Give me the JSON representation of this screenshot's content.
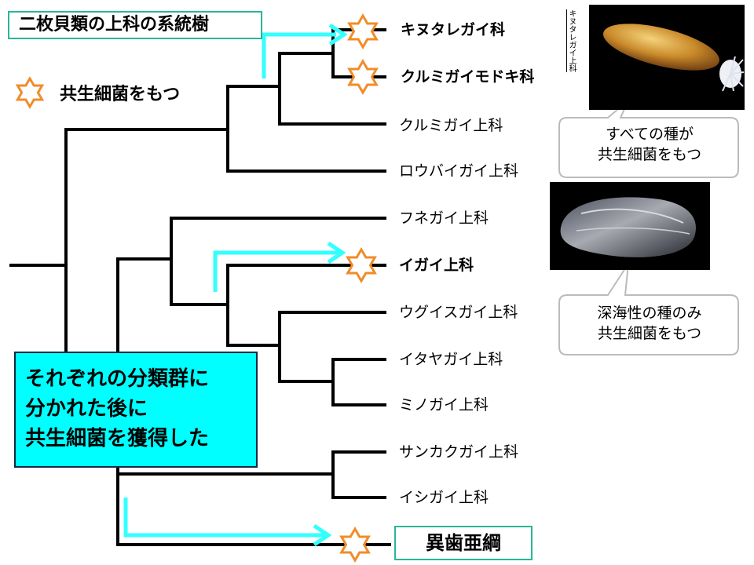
{
  "title": "二枚貝類の上科の系統樹",
  "legend": {
    "label": "共生細菌をもつ",
    "icon": "hexagram-star-icon",
    "star_color": "#f08c28"
  },
  "taxa": [
    {
      "label": "キヌタレガイ科",
      "bold": true,
      "symbiont": true
    },
    {
      "label": "クルミガイモドキ科",
      "bold": true,
      "symbiont": true
    },
    {
      "label": "クルミガイ上科",
      "bold": false,
      "symbiont": false
    },
    {
      "label": "ロウバイガイ上科",
      "bold": false,
      "symbiont": false
    },
    {
      "label": "フネガイ上科",
      "bold": false,
      "symbiont": false
    },
    {
      "label": "イガイ上科",
      "bold": true,
      "symbiont": true
    },
    {
      "label": "ウグイスガイ上科",
      "bold": false,
      "symbiont": false
    },
    {
      "label": "イタヤガイ上科",
      "bold": false,
      "symbiont": false
    },
    {
      "label": "ミノガイ上科",
      "bold": false,
      "symbiont": false
    },
    {
      "label": "サンカクガイ上科",
      "bold": false,
      "symbiont": false
    },
    {
      "label": "イシガイ上科",
      "bold": false,
      "symbiont": false
    }
  ],
  "subclass": {
    "label": "異歯亜綱",
    "symbiont": true
  },
  "callout": {
    "lines": [
      "それぞれの分類群に",
      "分かれた後に",
      "共生細菌を獲得した"
    ],
    "color": "#00ffff"
  },
  "photo_top": {
    "vertical_label": "キヌタレガイ上科"
  },
  "bubble_top": {
    "lines": [
      "すべての種が",
      "共生細菌をもつ"
    ]
  },
  "bubble_bottom": {
    "lines": [
      "深海性の種のみ",
      "共生細菌をもつ"
    ]
  },
  "colors": {
    "arrow": "#33ffff",
    "border": "#2bb598",
    "star": "#f08c28",
    "bubble_border": "#bbbbbb"
  }
}
